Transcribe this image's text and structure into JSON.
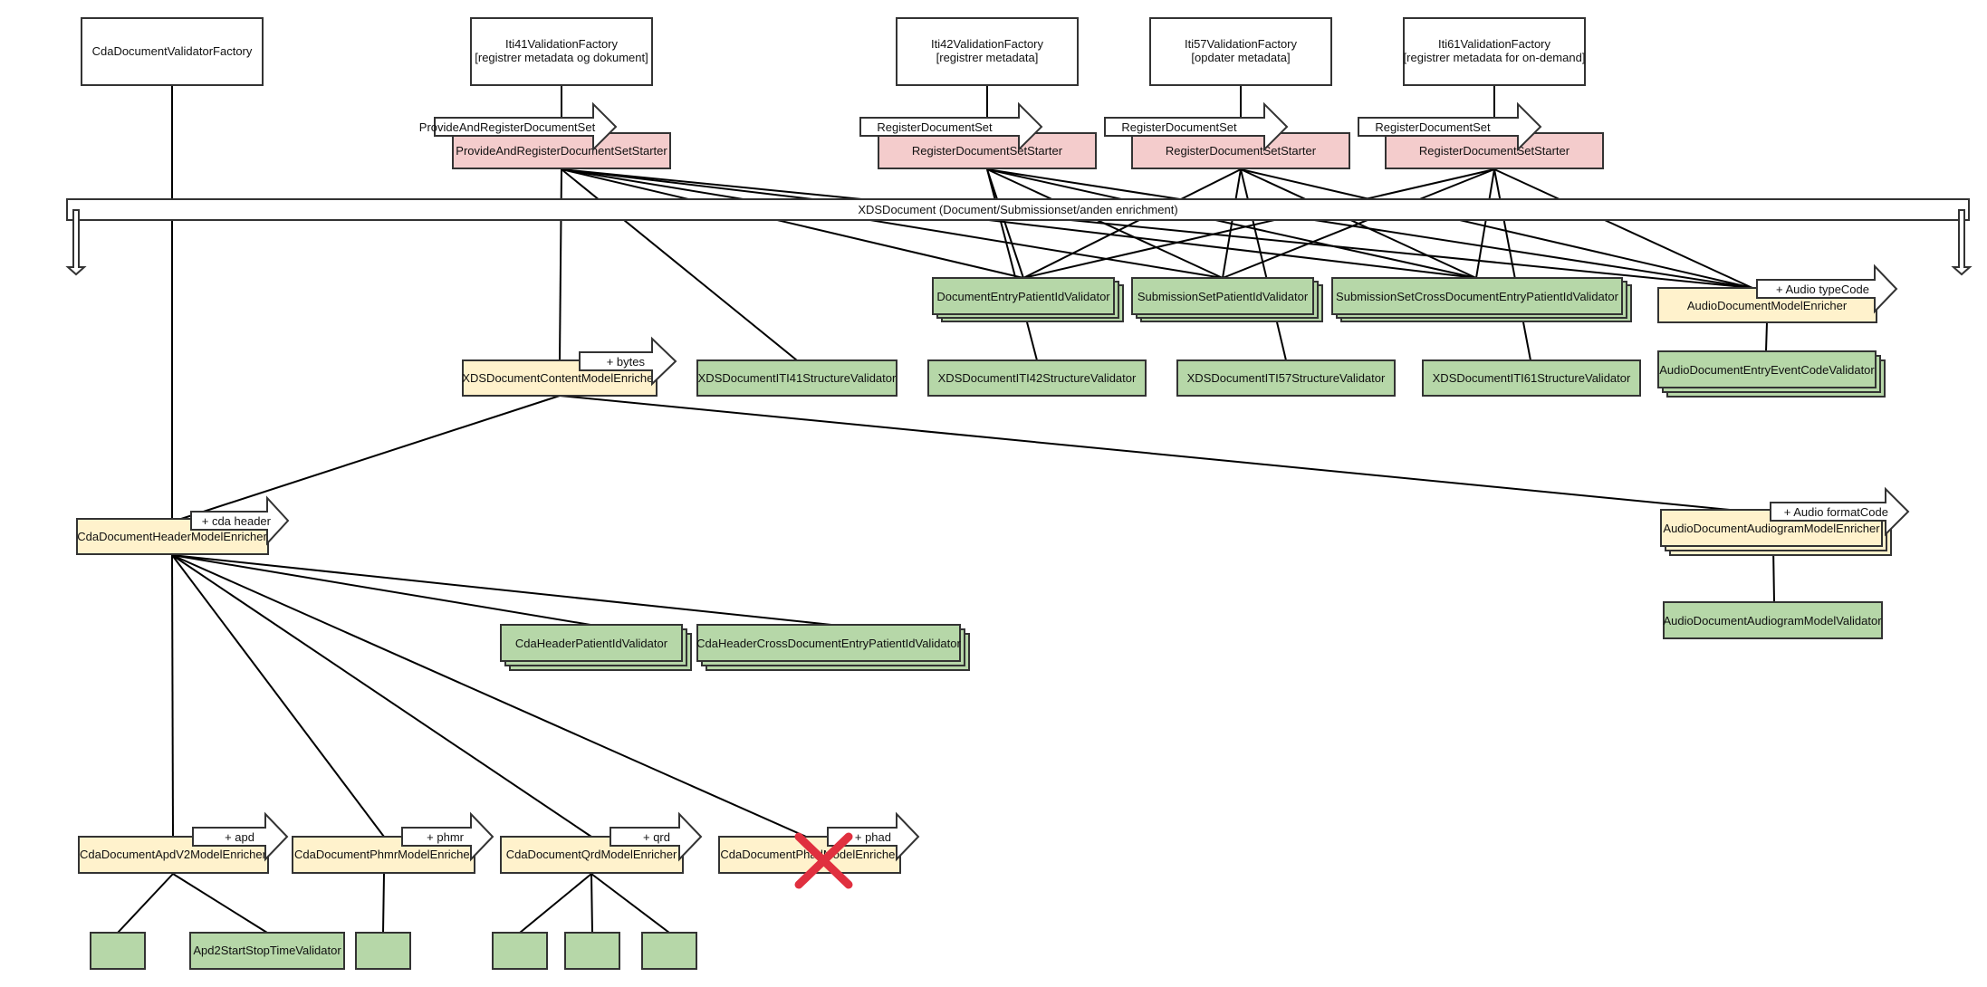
{
  "colors": {
    "factory_fill": "#ffffff",
    "starter_fill": "#f4cccc",
    "validator_fill": "#b6d7a8",
    "enricher_fill": "#fff2cc",
    "stroke": "#333333",
    "cross_mark": "#e0303f"
  },
  "factories": [
    {
      "id": "cda",
      "line1": "CdaDocumentValidatorFactory",
      "line2": ""
    },
    {
      "id": "iti41",
      "line1": "Iti41ValidationFactory",
      "line2": "[registrer metadata og dokument]"
    },
    {
      "id": "iti42",
      "line1": "Iti42ValidationFactory",
      "line2": "[registrer metadata]"
    },
    {
      "id": "iti57",
      "line1": "Iti57ValidationFactory",
      "line2": "[opdater metadata]"
    },
    {
      "id": "iti61",
      "line1": "Iti61ValidationFactory",
      "line2": "[registrer metadata for on-demand]"
    }
  ],
  "starters": [
    {
      "id": "pards",
      "label": "ProvideAndRegisterDocumentSetStarter",
      "arrow": "ProvideAndRegisterDocumentSet"
    },
    {
      "id": "rds42",
      "label": "RegisterDocumentSetStarter",
      "arrow": "RegisterDocumentSet"
    },
    {
      "id": "rds57",
      "label": "RegisterDocumentSetStarter",
      "arrow": "RegisterDocumentSet"
    },
    {
      "id": "rds61",
      "label": "RegisterDocumentSetStarter",
      "arrow": "RegisterDocumentSet"
    }
  ],
  "xds_bar": {
    "label": "XDSDocument (Document/Submissionset/anden enrichment)"
  },
  "validators": {
    "de_patient": "DocumentEntryPatientIdValidator",
    "ss_patient": "SubmissionSetPatientIdValidator",
    "ss_cross": "SubmissionSetCrossDocumentEntryPatientIdValidator",
    "iti41": "XDSDocumentITI41StructureValidator",
    "iti42": "XDSDocumentITI42StructureValidator",
    "iti57": "XDSDocumentITI57StructureValidator",
    "iti61": "XDSDocumentITI61StructureValidator",
    "audio_event": "AudioDocumentEntryEventCodeValidator",
    "audiogram": "AudioDocumentAudiogramModelValidator",
    "cda_patient": "CdaHeaderPatientIdValidator",
    "cda_cross": "CdaHeaderCrossDocumentEntryPatientIdValidator",
    "apd2_time": "Apd2StartStopTimeValidator"
  },
  "enrichers": {
    "audio": {
      "label": "AudioDocumentModelEnricher",
      "arrow": "+ Audio typeCode"
    },
    "content": {
      "label": "XDSDocumentContentModelEnricher",
      "arrow": "+ bytes"
    },
    "cda_header": {
      "label": "CdaDocumentHeaderModelEnricher",
      "arrow": "+ cda header"
    },
    "audiogram": {
      "label": "AudioDocumentAudiogramModelEnricher",
      "arrow": "+ Audio formatCode"
    },
    "apd": {
      "label": "CdaDocumentApdV2ModelEnricher",
      "arrow": "+ apd"
    },
    "phmr": {
      "label": "CdaDocumentPhmrModelEnricher",
      "arrow": "+ phmr"
    },
    "qrd": {
      "label": "CdaDocumentQrdModelEnricher",
      "arrow": "+ qrd"
    },
    "phad": {
      "label": "CdaDocumentPhadModelEnricher",
      "arrow": "+ phad",
      "crossed_out": true
    }
  }
}
